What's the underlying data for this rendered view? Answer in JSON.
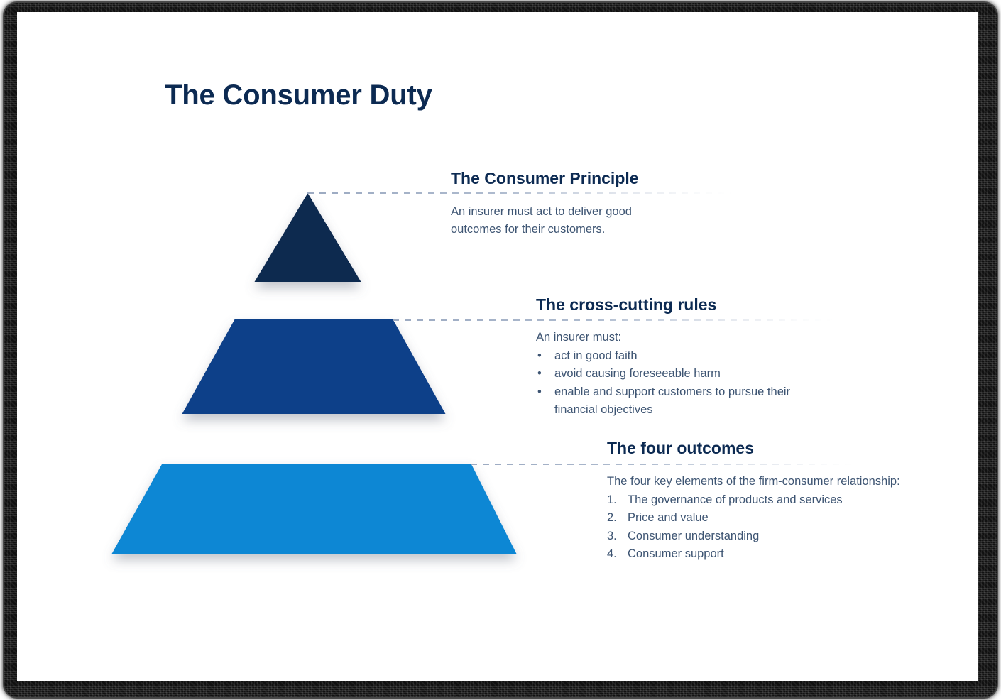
{
  "page": {
    "title": "The Consumer Duty",
    "frame_color": "#111111",
    "canvas_color": "#ffffff",
    "heading_color": "#0C2A52",
    "body_color": "#3E5573",
    "dash_color": "#96A5BE"
  },
  "pyramid": {
    "levels": [
      {
        "name": "consumer-principle",
        "shape": "triangle",
        "color": "#0B2950"
      },
      {
        "name": "cross-cutting-rules",
        "shape": "trapezoid",
        "color": "#0B4189"
      },
      {
        "name": "four-outcomes",
        "shape": "trapezoid",
        "color": "#0D87D4"
      }
    ]
  },
  "sections": [
    {
      "id": "consumer-principle",
      "heading": "The Consumer Principle",
      "lead": "An insurer must act to deliver good outcomes for their customers.",
      "list_type": "none",
      "items": []
    },
    {
      "id": "cross-cutting-rules",
      "heading": "The cross-cutting rules",
      "lead": "An insurer must:",
      "list_type": "bullet",
      "items": [
        "act in good faith",
        "avoid causing foreseeable harm",
        "enable and support customers to pursue their financial objectives"
      ]
    },
    {
      "id": "four-outcomes",
      "heading": "The four outcomes",
      "lead": "The four key elements of the firm-consumer relationship:",
      "list_type": "number",
      "items": [
        "The governance of products and services",
        "Price and value",
        "Consumer understanding",
        "Consumer support"
      ]
    }
  ],
  "markers": {
    "bullet": "•",
    "number_1": "1.",
    "number_2": "2.",
    "number_3": "3.",
    "number_4": "4."
  }
}
